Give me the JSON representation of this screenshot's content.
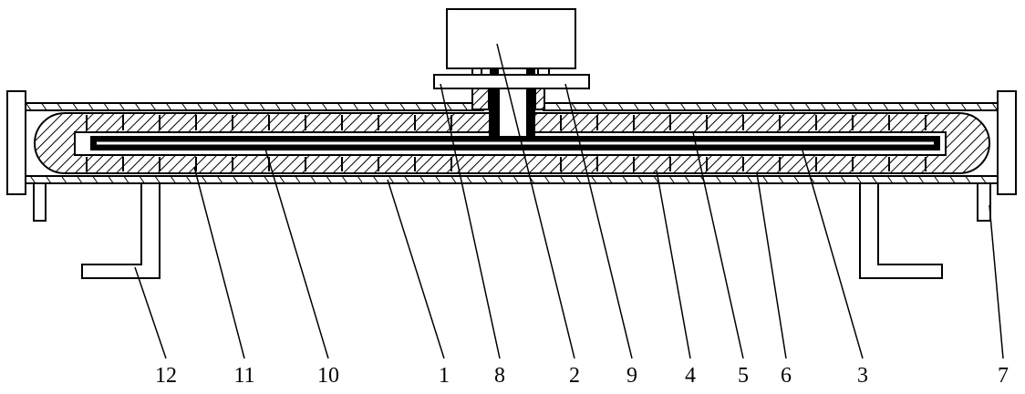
{
  "diagram": {
    "type": "mechanical cross-section",
    "labels": [
      {
        "id": "12",
        "text": "12"
      },
      {
        "id": "11",
        "text": "11"
      },
      {
        "id": "10",
        "text": "10"
      },
      {
        "id": "1",
        "text": "1"
      },
      {
        "id": "8",
        "text": "8"
      },
      {
        "id": "2",
        "text": "2"
      },
      {
        "id": "9",
        "text": "9"
      },
      {
        "id": "4",
        "text": "4"
      },
      {
        "id": "5",
        "text": "5"
      },
      {
        "id": "6",
        "text": "6"
      },
      {
        "id": "3",
        "text": "3"
      },
      {
        "id": "7",
        "text": "7"
      }
    ],
    "colors": {
      "line": "#000000",
      "background": "#ffffff"
    }
  }
}
